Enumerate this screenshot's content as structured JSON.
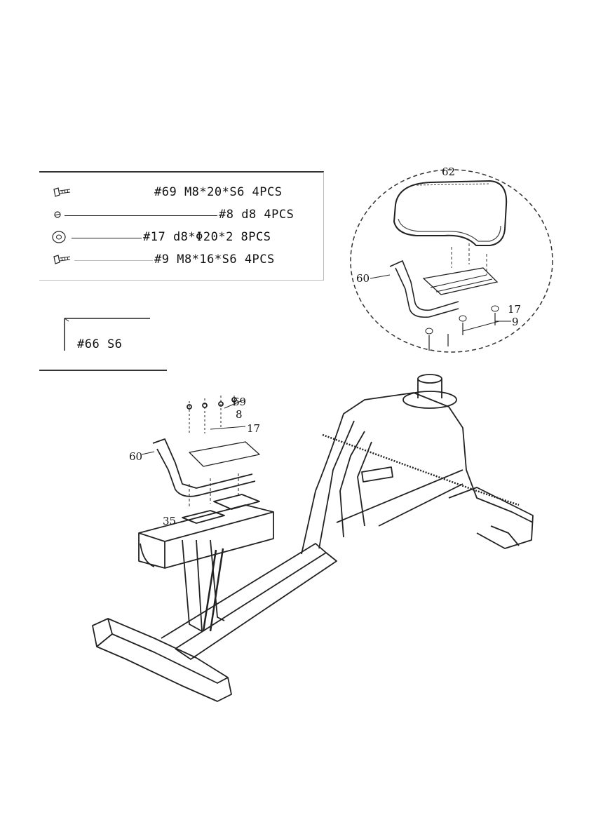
{
  "hardware_list": [
    {
      "icon": "bolt-icon",
      "label": "#69 M8*20*S6 4PCS"
    },
    {
      "icon": "spring-washer-icon",
      "label": "#8 d8 4PCS"
    },
    {
      "icon": "flat-washer-icon",
      "label": "#17 d8*Φ20*2 8PCS"
    },
    {
      "icon": "bolt-icon",
      "label": "#9 M8*16*S6 4PCS"
    }
  ],
  "tool": {
    "icon": "allen-key-icon",
    "label": "#66 S6"
  },
  "callouts": {
    "seat_62": "62",
    "bracket_60_detail": "60",
    "washer_17_detail": "17",
    "bolt_9_detail": "9",
    "bolt_69": "69",
    "washer_8": "8",
    "washer_17": "17",
    "bracket_60": "60",
    "slider_35": "35"
  }
}
